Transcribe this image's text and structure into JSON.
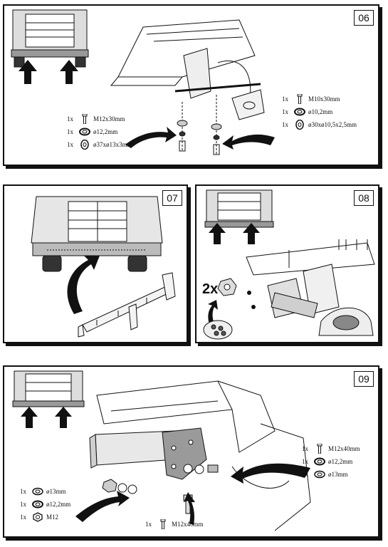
{
  "steps": {
    "s06": {
      "number": "06",
      "left_parts": [
        {
          "qty": "1x",
          "icon": "bolt-icon",
          "label": "M12x30mm"
        },
        {
          "qty": "1x",
          "icon": "spring-washer-icon",
          "label": "ø12,2mm"
        },
        {
          "qty": "1x",
          "icon": "flat-washer-icon",
          "label": "ø37xø13x3mm"
        }
      ],
      "right_parts": [
        {
          "qty": "1x",
          "icon": "bolt-icon",
          "label": "M10x30mm"
        },
        {
          "qty": "1x",
          "icon": "spring-washer-icon",
          "label": "ø10,2mm"
        },
        {
          "qty": "1x",
          "icon": "flat-washer-icon",
          "label": "ø30xø10,5x2,5mm"
        }
      ]
    },
    "s07": {
      "number": "07"
    },
    "s08": {
      "number": "08",
      "multiplier": "2x"
    },
    "s09": {
      "number": "09",
      "right_parts": [
        {
          "qty": "1x",
          "icon": "bolt-icon",
          "label": "M12x40mm"
        },
        {
          "qty": "1x",
          "icon": "spring-washer-icon",
          "label": "ø12,2mm"
        },
        {
          "qty": "1x",
          "icon": "flat-washer-icon",
          "label": "ø13mm"
        }
      ],
      "left_parts": [
        {
          "qty": "1x",
          "icon": "flat-washer-icon",
          "label": "ø13mm"
        },
        {
          "qty": "1x",
          "icon": "spring-washer-icon",
          "label": "ø12,2mm"
        },
        {
          "qty": "1x",
          "icon": "nut-icon",
          "label": "M12"
        }
      ],
      "bottom_part": {
        "qty": "1x",
        "icon": "bolt-icon",
        "label": "M12x40mm"
      }
    }
  }
}
